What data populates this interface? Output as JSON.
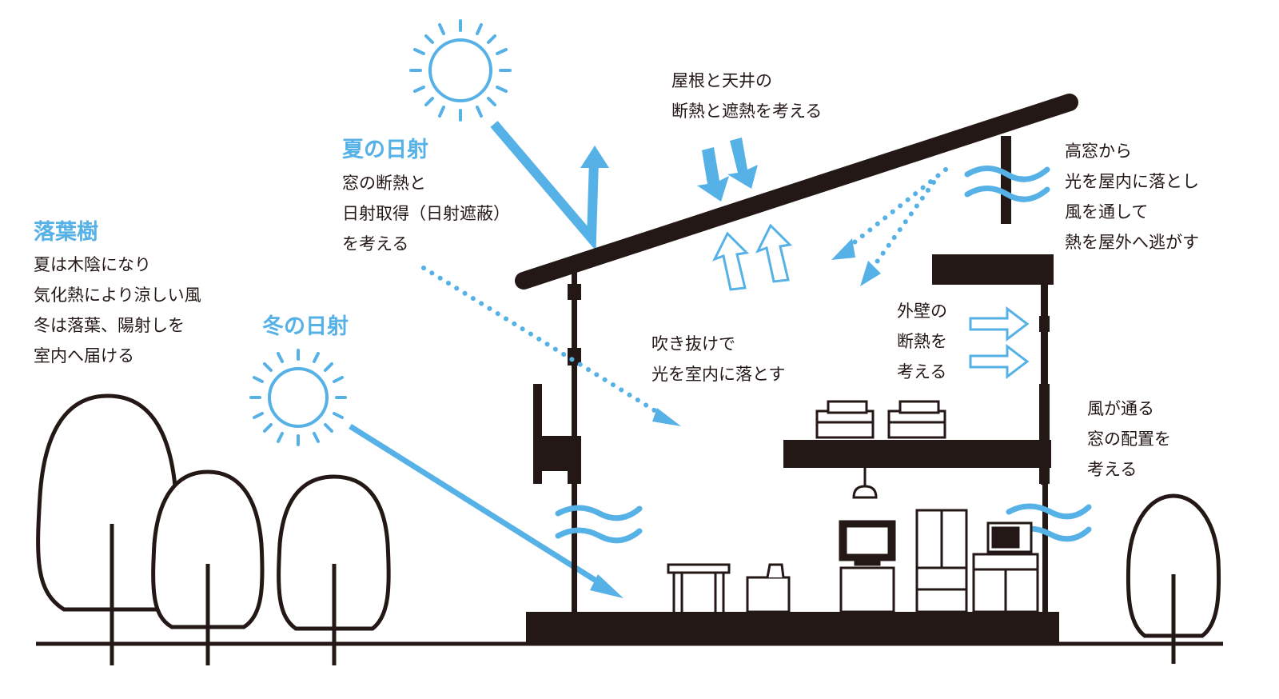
{
  "colors": {
    "ink": "#231815",
    "accent": "#56b1e6",
    "background": "#ffffff"
  },
  "icons": [
    "summer-sun-icon",
    "winter-sun-icon",
    "tree-icon",
    "wind-icon",
    "bed-icon",
    "tv-icon",
    "refrigerator-icon",
    "microwave-icon",
    "lamp-icon",
    "table-icon",
    "chair-icon"
  ],
  "deciduous": {
    "title": "落葉樹",
    "lines": [
      "夏は木陰になり",
      "気化熱により涼しい風",
      "冬は落葉、陽射しを",
      "室内へ届ける"
    ]
  },
  "summer_sun": {
    "title": "夏の日射",
    "lines": [
      "窓の断熱と",
      "日射取得（日射遮蔽）",
      "を考える"
    ]
  },
  "winter_sun": {
    "title": "冬の日射"
  },
  "roof": {
    "lines": [
      "屋根と天井の",
      "断熱と遮熱を考える"
    ]
  },
  "high_window": {
    "lines": [
      "高窓から",
      "光を屋内に落とし",
      "風を通して",
      "熱を屋外へ逃がす"
    ]
  },
  "atrium": {
    "lines": [
      "吹き抜けで",
      "光を室内に落とす"
    ]
  },
  "outer_wall": {
    "lines": [
      "外壁の",
      "断熱を",
      "考える"
    ]
  },
  "ventilation": {
    "lines": [
      "風が通る",
      "窓の配置を",
      "考える"
    ]
  }
}
